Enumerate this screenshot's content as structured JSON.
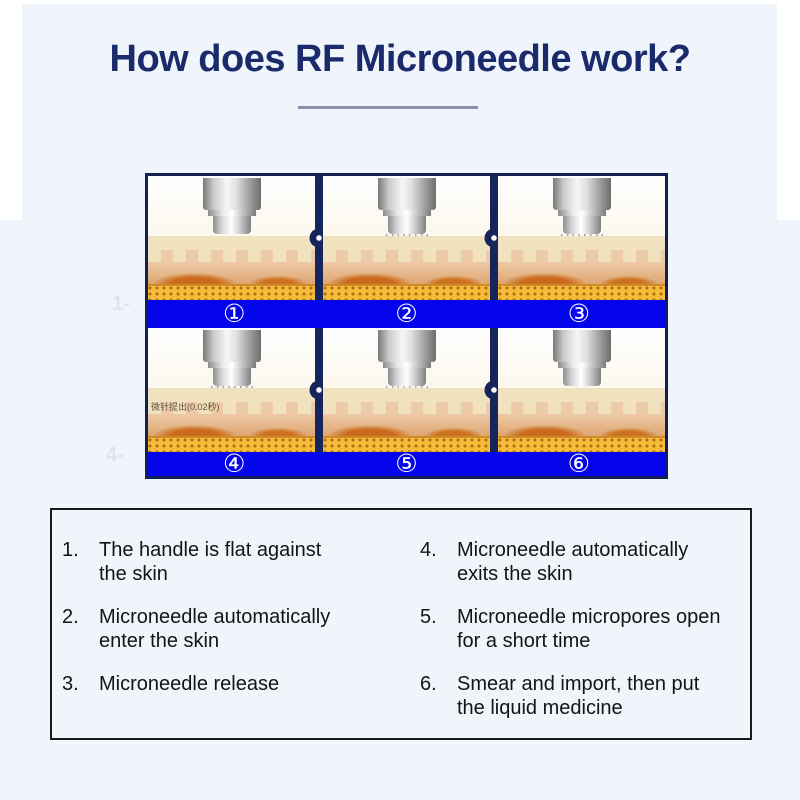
{
  "header": {
    "title": "How does RF Microneedle work?"
  },
  "diagram": {
    "row1_watermark": "1-",
    "row2_watermark": "4-",
    "panels": [
      {
        "number": "①"
      },
      {
        "number": "②"
      },
      {
        "number": "③"
      },
      {
        "number": "④",
        "caption": "微针提出(0.02秒)"
      },
      {
        "number": "⑤"
      },
      {
        "number": "⑥"
      }
    ]
  },
  "steps": {
    "left": [
      {
        "num": "1.",
        "text": "The handle is flat against the skin"
      },
      {
        "num": "2.",
        "text": "Microneedle automatically enter the skin"
      },
      {
        "num": "3.",
        "text": "Microneedle release"
      }
    ],
    "right": [
      {
        "num": "4.",
        "text": "Microneedle automatically exits the skin"
      },
      {
        "num": "5.",
        "text": "Microneedle micropores open for a short time"
      },
      {
        "num": "6.",
        "text": "Smear and import, then put the liquid medicine"
      }
    ]
  },
  "colors": {
    "title_navy": "#1b2a6b",
    "page_light_blue": "#eff5fa",
    "diagram_frame_navy": "#11204f",
    "number_bar_blue": "#0505ec",
    "underline_gray": "#8a90aa",
    "step_text": "#141414"
  }
}
